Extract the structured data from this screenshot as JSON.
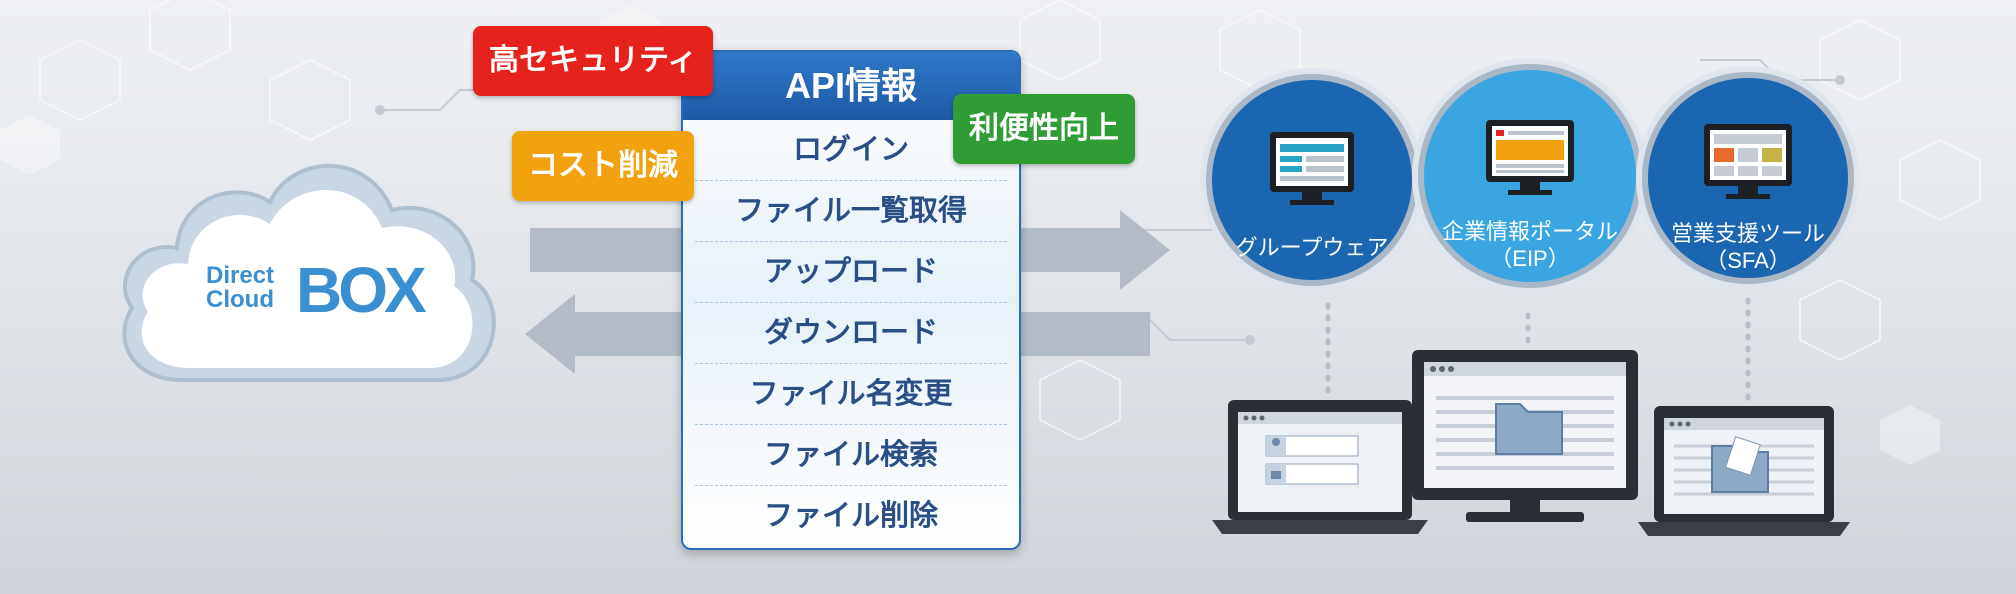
{
  "brand": {
    "line1": "Direct",
    "line2": "Cloud",
    "big": "BOX"
  },
  "api_panel": {
    "title": "API情報",
    "items": [
      {
        "label": "ログイン"
      },
      {
        "label": "ファイル一覧取得"
      },
      {
        "label": "アップロード"
      },
      {
        "label": "ダウンロード"
      },
      {
        "label": "ファイル名変更"
      },
      {
        "label": "ファイル検索"
      },
      {
        "label": "ファイル削除"
      }
    ]
  },
  "badges": {
    "security": "高セキュリティ",
    "cost": "コスト削減",
    "convenience": "利便性向上"
  },
  "services": [
    {
      "line1": "グループウェア",
      "line2": ""
    },
    {
      "line1": "企業情報ポータル",
      "line2": "（EIP）"
    },
    {
      "line1": "営業支援ツール",
      "line2": "（SFA）"
    }
  ],
  "colors": {
    "red": "#e5231c",
    "orange": "#f2a10f",
    "green": "#2f9c34",
    "panel_blue": "#1d5aa6",
    "circle_dark": "#1b66b0",
    "circle_light": "#3aa5e0"
  }
}
